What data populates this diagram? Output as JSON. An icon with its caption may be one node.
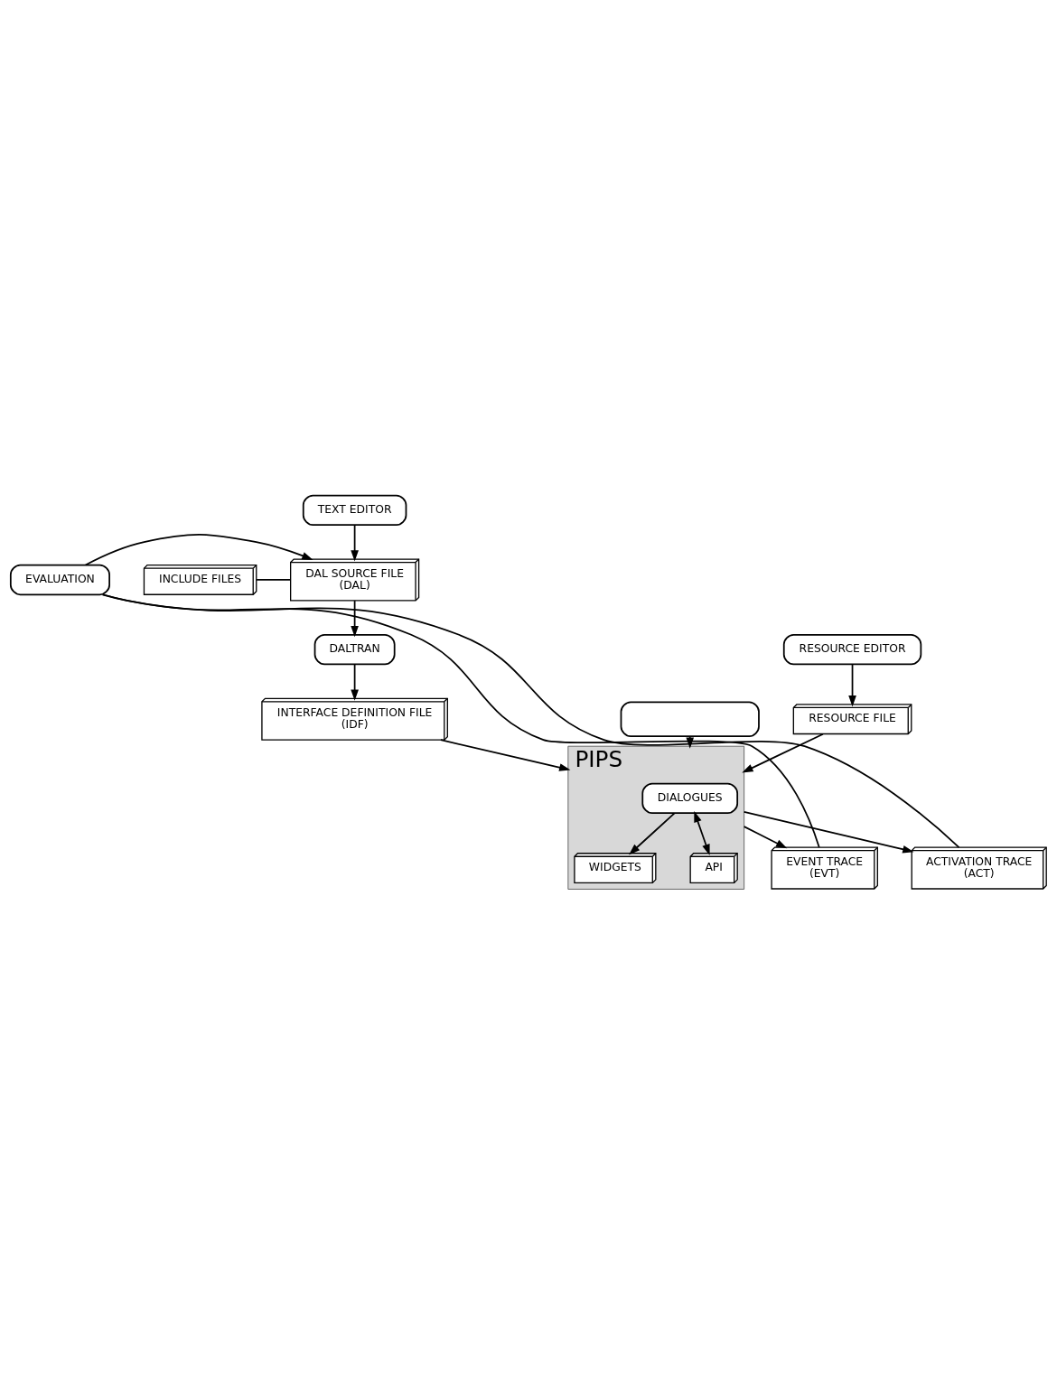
{
  "diagram": {
    "nodes": [
      {
        "text": [
          "TEXT EDITOR"
        ]
      },
      {
        "text": [
          "INCLUDE FILES"
        ]
      },
      {
        "text": [
          "DAL SOURCE FILE",
          "(DAL)"
        ]
      },
      {
        "text": [
          "EVALUATION"
        ]
      },
      {
        "text": [
          "DALTRAN"
        ]
      },
      {
        "text": [
          "RESOURCE EDITOR"
        ]
      },
      {
        "text": [],
        "shape": "box"
      },
      {
        "text": [
          "INTERFACE DEFINITION FILE",
          "(IDF)"
        ]
      },
      {
        "text": [
          "RESOURCE FILE"
        ]
      },
      {
        "text": [
          "PIPS"
        ]
      },
      {
        "text": [
          "WIDGETS"
        ],
        "in": 9
      },
      {
        "text": [
          "DIALOGUES"
        ],
        "in": 9
      },
      {
        "text": [
          "API"
        ],
        "in": 9
      },
      {
        "text": [
          "EVENT TRACE",
          "(EVT)"
        ]
      },
      {
        "text": [
          "ACTIVATION TRACE",
          "(ACT)"
        ]
      }
    ],
    "edges": [
      {
        "from": 0,
        "to": 2,
        "arrow": "to"
      },
      {
        "from": 1,
        "to": 2,
        "arrow": "none"
      },
      {
        "from": 3,
        "to": 2,
        "arrow": "to"
      },
      {
        "from": 2,
        "to": 4,
        "arrow": "to"
      },
      {
        "from": 4,
        "to": 7,
        "arrow": "to"
      },
      {
        "from": 5,
        "to": 8,
        "arrow": "to"
      },
      {
        "from": 6,
        "to": 9,
        "arrow": "to"
      },
      {
        "from": 7,
        "to": 9,
        "arrow": "to"
      },
      {
        "from": 8,
        "to": 9,
        "arrow": "to"
      },
      {
        "from": 11,
        "to": 10,
        "arrow": "to"
      },
      {
        "from": 11,
        "to": 12,
        "arrow": "both"
      },
      {
        "from": 9,
        "to": 14,
        "arrow": "to"
      },
      {
        "from": 9,
        "to": 13,
        "arrow": "to"
      },
      {
        "from": 13,
        "to": 3,
        "arrow": "none"
      },
      {
        "from": 14,
        "to": 3,
        "arrow": "none"
      }
    ]
  }
}
